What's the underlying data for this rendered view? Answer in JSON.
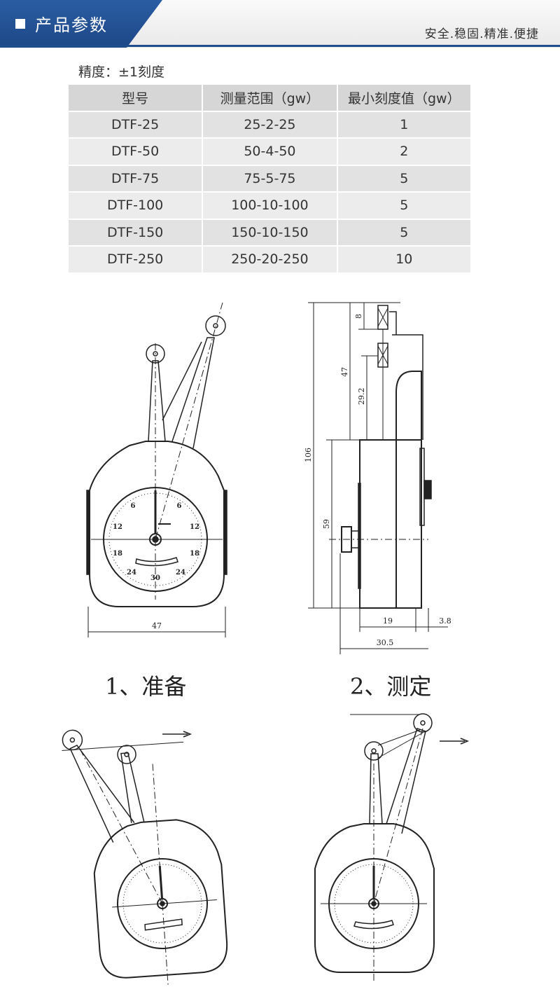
{
  "header": {
    "title": "产品参数",
    "slogan": "安全.稳固.精准.便捷",
    "colors": {
      "tab": "#2b5da3",
      "underline": "#1f4e8c"
    }
  },
  "precision": "精度：±1刻度",
  "table": {
    "headers": [
      "型号",
      "测量范围（gw）",
      "最小刻度值（gw）"
    ],
    "rows": [
      [
        "DTF-25",
        "25-2-25",
        "1"
      ],
      [
        "DTF-50",
        "50-4-50",
        "2"
      ],
      [
        "DTF-75",
        "75-5-75",
        "5"
      ],
      [
        "DTF-100",
        "100-10-100",
        "5"
      ],
      [
        "DTF-150",
        "150-10-150",
        "5"
      ],
      [
        "DTF-250",
        "250-20-250",
        "10"
      ]
    ]
  },
  "drawing": {
    "front_width": "47",
    "side_dims": [
      "8",
      "47",
      "29.2",
      "106",
      "59",
      "19",
      "3.8",
      "30.5"
    ],
    "dial_ticks": [
      "6",
      "6",
      "12",
      "12",
      "18",
      "18",
      "24",
      "24",
      "30"
    ]
  },
  "captions": {
    "step1": "1、准备",
    "step2": "2、测定"
  }
}
